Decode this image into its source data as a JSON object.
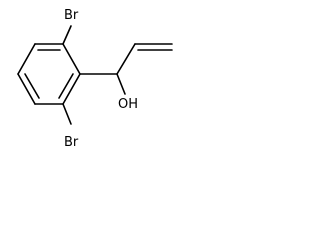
{
  "molecule": {
    "atoms": {
      "br_top": "Br",
      "br_bottom": "Br",
      "hydroxyl": "OH"
    }
  }
}
